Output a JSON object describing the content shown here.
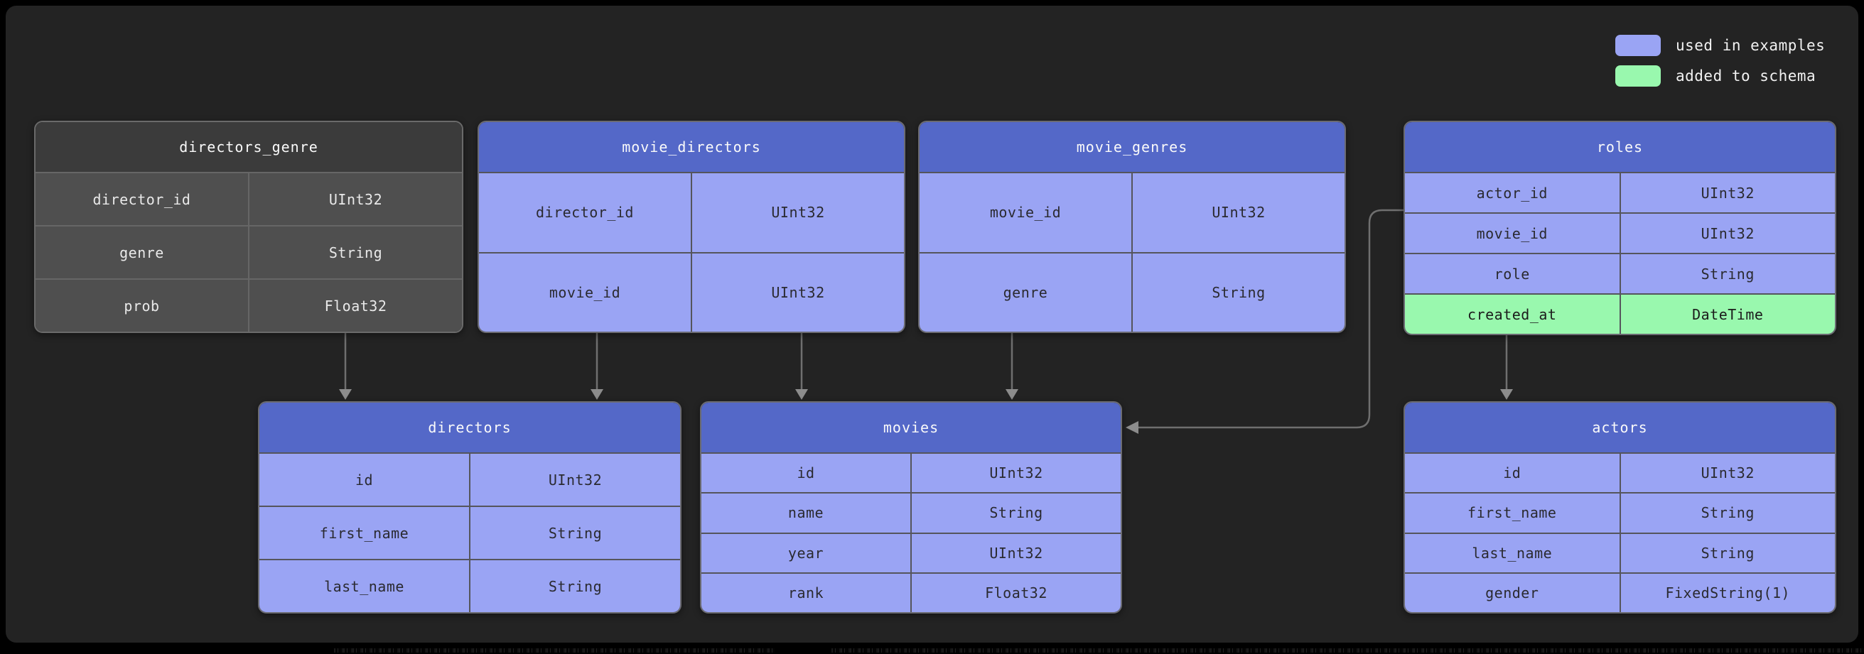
{
  "diagram": {
    "legend": [
      {
        "label": "used in examples",
        "color": "#9aa4f4"
      },
      {
        "label": "added to schema",
        "color": "#99f8ae"
      }
    ],
    "tables": [
      {
        "name": "directors_genre",
        "style": "muted",
        "fields": [
          {
            "name": "director_id",
            "type": "UInt32"
          },
          {
            "name": "genre",
            "type": "String"
          },
          {
            "name": "prob",
            "type": "Float32"
          }
        ]
      },
      {
        "name": "movie_directors",
        "style": "highlight",
        "fields": [
          {
            "name": "director_id",
            "type": "UInt32"
          },
          {
            "name": "movie_id",
            "type": "UInt32"
          }
        ]
      },
      {
        "name": "movie_genres",
        "style": "highlight",
        "fields": [
          {
            "name": "movie_id",
            "type": "UInt32"
          },
          {
            "name": "genre",
            "type": "String"
          }
        ]
      },
      {
        "name": "roles",
        "style": "highlight",
        "fields": [
          {
            "name": "actor_id",
            "type": "UInt32"
          },
          {
            "name": "movie_id",
            "type": "UInt32"
          },
          {
            "name": "role",
            "type": "String"
          },
          {
            "name": "created_at",
            "type": "DateTime",
            "added": true
          }
        ]
      },
      {
        "name": "directors",
        "style": "highlight",
        "fields": [
          {
            "name": "id",
            "type": "UInt32"
          },
          {
            "name": "first_name",
            "type": "String"
          },
          {
            "name": "last_name",
            "type": "String"
          }
        ]
      },
      {
        "name": "movies",
        "style": "highlight",
        "fields": [
          {
            "name": "id",
            "type": "UInt32"
          },
          {
            "name": "name",
            "type": "String"
          },
          {
            "name": "year",
            "type": "UInt32"
          },
          {
            "name": "rank",
            "type": "Float32"
          }
        ]
      },
      {
        "name": "actors",
        "style": "highlight",
        "fields": [
          {
            "name": "id",
            "type": "UInt32"
          },
          {
            "name": "first_name",
            "type": "String"
          },
          {
            "name": "last_name",
            "type": "String"
          },
          {
            "name": "gender",
            "type": "FixedString(1)"
          }
        ]
      }
    ],
    "relations": [
      {
        "from": "directors_genre",
        "to": "directors"
      },
      {
        "from": "movie_directors",
        "to": "directors"
      },
      {
        "from": "movie_directors",
        "to": "movies"
      },
      {
        "from": "movie_genres",
        "to": "movies"
      },
      {
        "from": "roles",
        "to": "movies"
      },
      {
        "from": "roles",
        "to": "actors"
      }
    ],
    "colors": {
      "page_background": "#000000",
      "panel_background": "#232323",
      "table_header_blue": "#5468c8",
      "cell_blue": "#9aa4f4",
      "cell_green": "#99f8ae",
      "table_header_gray": "#3b3b3b",
      "cell_gray": "#4f4f4f",
      "connector": "#6f6f6f",
      "header_text": "#fafafa",
      "cell_text_dark": "#2a2a30",
      "cell_text_light": "#e9e9e9"
    }
  }
}
